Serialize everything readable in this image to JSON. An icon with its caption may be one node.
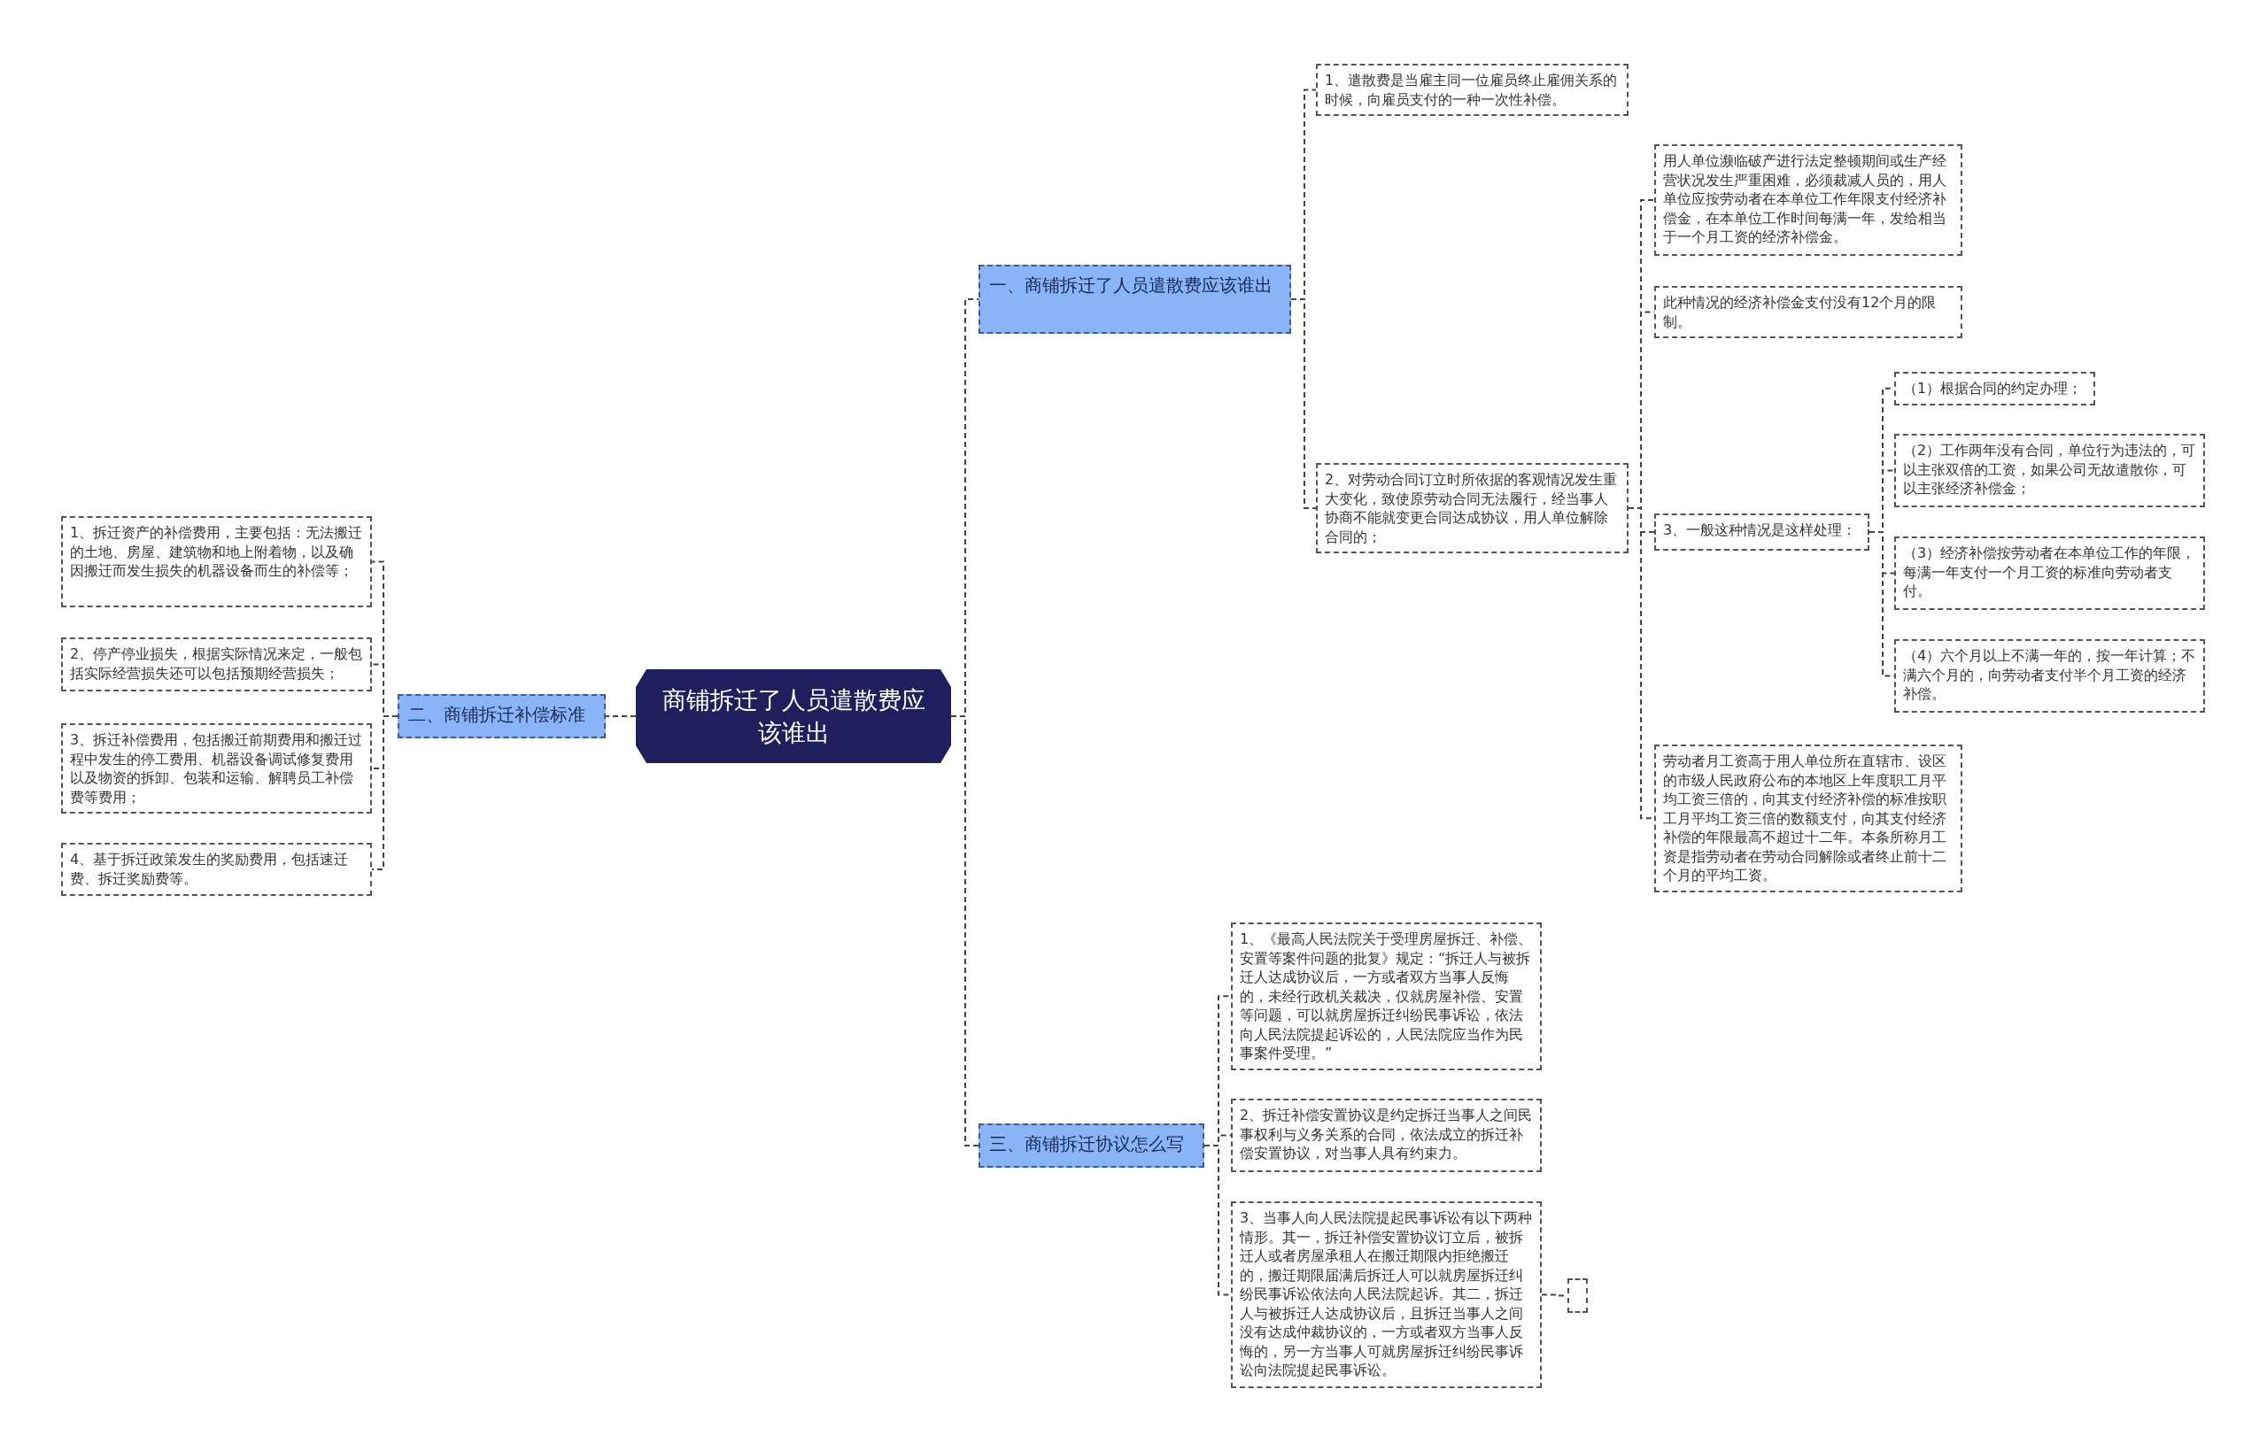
{
  "diagram": {
    "nodes": [
      {
        "text": [
          "商铺拆迁了人员遣散费应该谁出"
        ]
      },
      {
        "text": [
          "一、商铺拆迁了人员遣散费应该谁出"
        ]
      },
      {
        "text": [
          "1、遣散费是当雇主同一位雇员终止雇佣关系的时候，向雇员支付的一种一次性补偿。"
        ]
      },
      {
        "text": [
          "2、对劳动合同订立时所依据的客观情况发生重大变化，致使原劳动合同无法履行，经当事人协商不能就变更合同达成协议，用人单位解除合同的；"
        ]
      },
      {
        "text": [
          "用人单位濒临破产进行法定整顿期间或生产经营状况发生严重困难，必须裁减人员的，用人单位应按劳动者在本单位工作年限支付经济补偿金，在本单位工作时间每满一年，发给相当于一个月工资的经济补偿金。"
        ]
      },
      {
        "text": [
          "此种情况的经济补偿金支付没有12个月的限制。"
        ]
      },
      {
        "text": [
          "3、一般这种情况是这样处理："
        ]
      },
      {
        "text": [
          "劳动者月工资高于用人单位所在直辖市、设区的市级人民政府公布的本地区上年度职工月平均工资三倍的，向其支付经济补偿的标准按职工月平均工资三倍的数额支付，向其支付经济补偿的年限最高不超过十二年。本条所称月工资是指劳动者在劳动合同解除或者终止前十二个月的平均工资。"
        ]
      },
      {
        "text": [
          "（1）根据合同的约定办理；"
        ]
      },
      {
        "text": [
          "（2）工作两年没有合同，单位行为违法的，可以主张双倍的工资，如果公司无故遣散你，可以主张经济补偿金；"
        ]
      },
      {
        "text": [
          "（3）经济补偿按劳动者在本单位工作的年限，每满一年支付一个月工资的标准向劳动者支付。"
        ]
      },
      {
        "text": [
          "（4）六个月以上不满一年的，按一年计算；不满六个月的，向劳动者支付半个月工资的经济补偿。"
        ]
      },
      {
        "text": [
          "二、商铺拆迁补偿标准"
        ]
      },
      {
        "text": [
          "1、拆迁资产的补偿费用，主要包括：无法搬迁的土地、房屋、建筑物和地上附着物，以及确因搬迁而发生损失的机器设备而生的补偿等；"
        ]
      },
      {
        "text": [
          "2、停产停业损失，根据实际情况来定，一般包括实际经营损失还可以包括预期经营损失；"
        ]
      },
      {
        "text": [
          "3、拆迁补偿费用，包括搬迁前期费用和搬迁过程中发生的停工费用、机器设备调试修复费用以及物资的拆卸、包装和运输、解聘员工补偿费等费用；"
        ]
      },
      {
        "text": [
          "4、基于拆迁政策发生的奖励费用，包括速迁费、拆迁奖励费等。"
        ]
      },
      {
        "text": [
          "三、商铺拆迁协议怎么写"
        ]
      },
      {
        "text": [
          "1、《最高人民法院关于受理房屋拆迁、补偿、安置等案件问题的批复》规定：“拆迁人与被拆迁人达成协议后，一方或者双方当事人反悔的，未经行政机关裁决，仅就房屋补偿、安置等问题，可以就房屋拆迁纠纷民事诉讼，依法向人民法院提起诉讼的，人民法院应当作为民事案件受理。”"
        ]
      },
      {
        "text": [
          "2、拆迁补偿安置协议是约定拆迁当事人之间民事权利与义务关系的合同，依法成立的拆迁补偿安置协议，对当事人具有约束力。"
        ]
      },
      {
        "text": [
          "3、当事人向人民法院提起民事诉讼有以下两种情形。其一，拆迁补偿安置协议订立后，被拆迁人或者房屋承租人在搬迁期限内拒绝搬迁的，搬迁期限届满后拆迁人可以就房屋拆迁纠纷民事诉讼依法向人民法院起诉。其二，拆迁人与被拆迁人达成协议后，且拆迁当事人之间没有达成仲裁协议的，一方或者双方当事人反悔的，另一方当事人可就房屋拆迁纠纷民事诉讼向法院提起民事诉讼。"
        ]
      },
      {
        "text": [],
        "shape": "box"
      }
    ],
    "edges": [
      {
        "from": 0,
        "to": 1,
        "arrow": "none"
      },
      {
        "from": 1,
        "to": 2,
        "arrow": "none"
      },
      {
        "from": 1,
        "to": 3,
        "arrow": "none"
      },
      {
        "from": 3,
        "to": 4,
        "arrow": "none"
      },
      {
        "from": 3,
        "to": 5,
        "arrow": "none"
      },
      {
        "from": 3,
        "to": 6,
        "arrow": "none"
      },
      {
        "from": 3,
        "to": 7,
        "arrow": "none"
      },
      {
        "from": 6,
        "to": 8,
        "arrow": "none"
      },
      {
        "from": 6,
        "to": 9,
        "arrow": "none"
      },
      {
        "from": 6,
        "to": 10,
        "arrow": "none"
      },
      {
        "from": 6,
        "to": 11,
        "arrow": "none"
      },
      {
        "from": 0,
        "to": 12,
        "arrow": "none"
      },
      {
        "from": 12,
        "to": 13,
        "arrow": "none"
      },
      {
        "from": 12,
        "to": 14,
        "arrow": "none"
      },
      {
        "from": 12,
        "to": 15,
        "arrow": "none"
      },
      {
        "from": 12,
        "to": 16,
        "arrow": "none"
      },
      {
        "from": 0,
        "to": 17,
        "arrow": "none"
      },
      {
        "from": 17,
        "to": 18,
        "arrow": "none"
      },
      {
        "from": 17,
        "to": 19,
        "arrow": "none"
      },
      {
        "from": 17,
        "to": 20,
        "arrow": "none"
      },
      {
        "from": 20,
        "to": 21,
        "arrow": "none"
      }
    ]
  }
}
